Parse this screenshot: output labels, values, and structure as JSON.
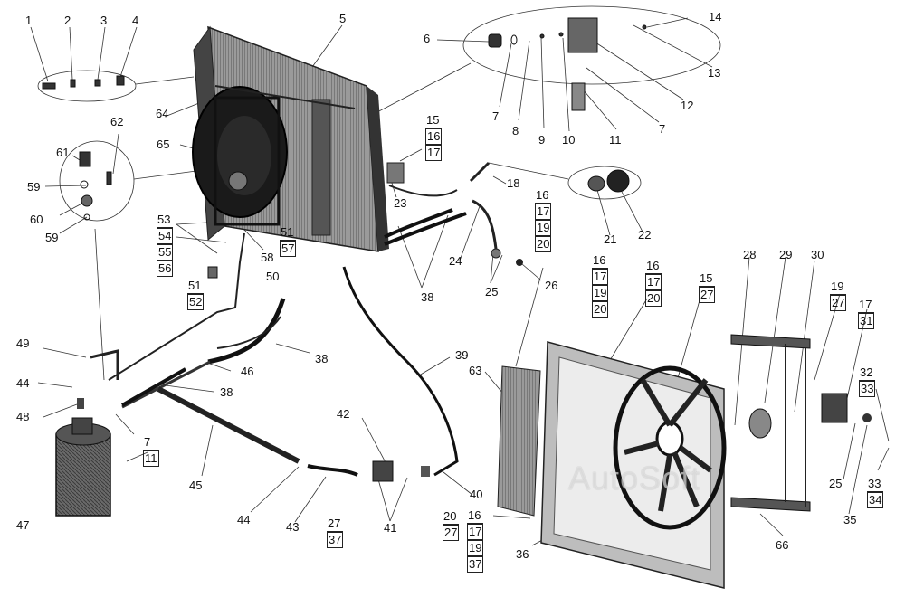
{
  "callouts": {
    "c1": "1",
    "c2": "2",
    "c3": "3",
    "c4": "4",
    "c5": "5",
    "c6": "6",
    "c7a": "7",
    "c8": "8",
    "c9": "9",
    "c10": "10",
    "c11": "11",
    "c7b": "7",
    "c12": "12",
    "c13": "13",
    "c14": "14",
    "c18": "18",
    "c21": "21",
    "c22": "22",
    "c23": "23",
    "c24": "24",
    "c25a": "25",
    "c26": "26",
    "c38a": "38",
    "c61": "61",
    "c62": "62",
    "c59a": "59",
    "c60": "60",
    "c59b": "59",
    "c64": "64",
    "c65": "65",
    "c58": "58",
    "c50": "50",
    "c49": "49",
    "c44a": "44",
    "c48": "48",
    "c47": "47",
    "c46": "46",
    "c38b": "38",
    "c38c": "38",
    "c45": "45",
    "c44b": "44",
    "c43": "43",
    "c42": "42",
    "c41": "41",
    "c39": "39",
    "c40": "40",
    "c63": "63",
    "c36": "36",
    "c28": "28",
    "c29": "29",
    "c30": "30",
    "c25b": "25",
    "c35": "35",
    "c66": "66"
  },
  "stacks": {
    "s15a": [
      "15",
      "16",
      "17"
    ],
    "s16a": [
      "16",
      "17",
      "19",
      "20"
    ],
    "s53": [
      "53",
      "54",
      "55",
      "56"
    ],
    "s51a": [
      "51",
      "57"
    ],
    "s51b": [
      "51",
      "52"
    ],
    "s16b": [
      "16",
      "17",
      "19",
      "20"
    ],
    "s16c": [
      "16",
      "17",
      "20"
    ],
    "s15b": [
      "15",
      "27"
    ],
    "s19": [
      "19",
      "27"
    ],
    "s17": [
      "17",
      "31"
    ],
    "s32": [
      "32",
      "33"
    ],
    "s33": [
      "33",
      "34"
    ],
    "s7": [
      "7",
      "11"
    ],
    "s27": [
      "27",
      "37"
    ],
    "s20": [
      "20",
      "27"
    ],
    "s16d": [
      "16",
      "17",
      "19",
      "37"
    ]
  },
  "watermark": "AutoSoft"
}
